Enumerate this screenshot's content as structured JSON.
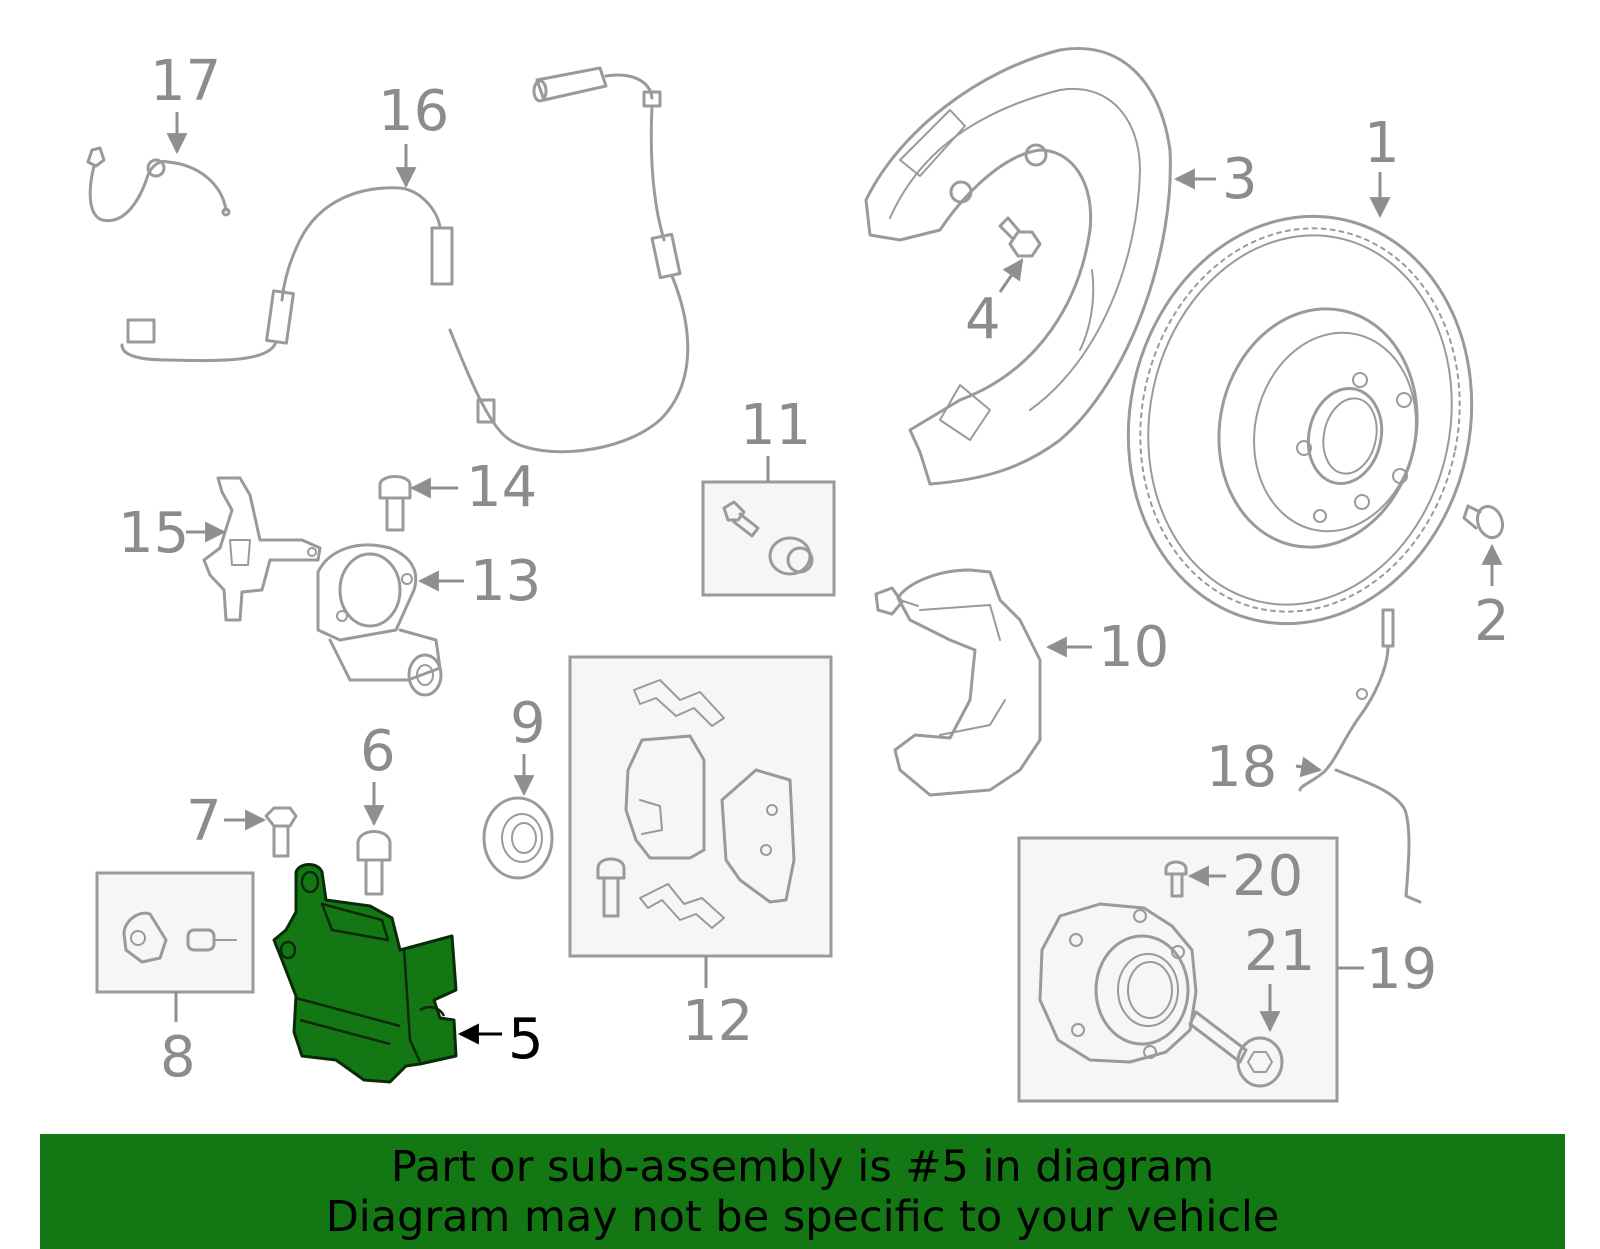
{
  "diagram": {
    "highlight_color": "#137813",
    "highlighted_part": "5",
    "callouts": [
      "1",
      "2",
      "3",
      "4",
      "5",
      "6",
      "7",
      "8",
      "9",
      "10",
      "11",
      "12",
      "13",
      "14",
      "15",
      "16",
      "17",
      "18",
      "19",
      "20",
      "21"
    ]
  },
  "banner": {
    "background": "#137813",
    "line1": "Part or sub-assembly is #5 in diagram",
    "line2": "Diagram may not be specific to your vehicle"
  }
}
